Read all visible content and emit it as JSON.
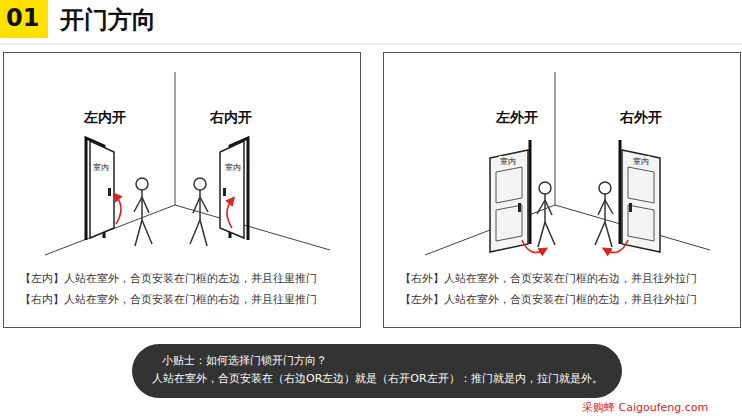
{
  "diagram": {
    "title": "开门方向",
    "nodes": [
      {
        "text": [
          "左内开",
          "右内开",
          "【左内】人站在室外，合页安装在门框的左边，并且往里推门",
          "【右内】人站在室外，合页安装在门框的右边，并且往里推门"
        ]
      },
      {
        "text": [
          "左外开",
          "右外开",
          "【右外】人站在室外，合页安装在门框的右边，并且往外拉门",
          "【左外】人站在室外，合页安装在门框的左边，并且往外拉门"
        ]
      },
      {
        "text": [
          "小贴士：如何选择门锁开门方向？",
          "人站在室外，合页安装在（右边OR左边）就是（右开OR左开）：推门就是内，拉门就是外。"
        ]
      }
    ],
    "edges": [],
    "labels": [
      "01",
      "室内",
      "室内",
      "室内",
      "室内",
      "采购蜂 Caigoufeng.com"
    ]
  }
}
